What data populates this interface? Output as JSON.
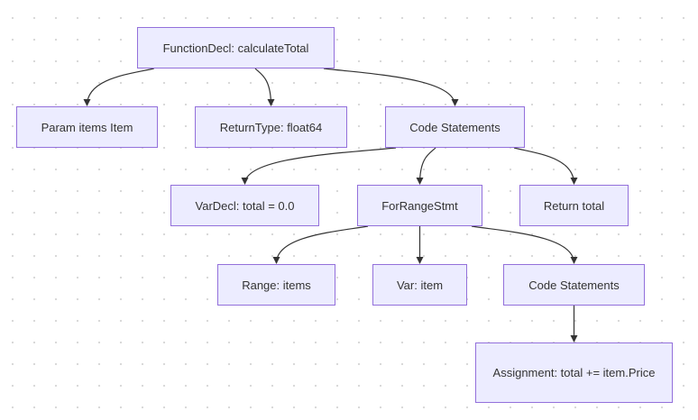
{
  "diagram": {
    "nodes": [
      {
        "id": "n1",
        "label": "FunctionDecl: calculateTotal"
      },
      {
        "id": "n2",
        "label": "Param items Item"
      },
      {
        "id": "n3",
        "label": "ReturnType: float64"
      },
      {
        "id": "n4",
        "label": "Code Statements"
      },
      {
        "id": "n5",
        "label": "VarDecl: total = 0.0"
      },
      {
        "id": "n6",
        "label": "ForRangeStmt"
      },
      {
        "id": "n7",
        "label": "Return total"
      },
      {
        "id": "n8",
        "label": "Range: items"
      },
      {
        "id": "n9",
        "label": "Var: item"
      },
      {
        "id": "n10",
        "label": "Code Statements"
      },
      {
        "id": "n11",
        "label": "Assignment: total += item.Price"
      }
    ],
    "edges": [
      {
        "from": "n1",
        "to": "n2"
      },
      {
        "from": "n1",
        "to": "n3"
      },
      {
        "from": "n1",
        "to": "n4"
      },
      {
        "from": "n4",
        "to": "n5"
      },
      {
        "from": "n4",
        "to": "n6"
      },
      {
        "from": "n4",
        "to": "n7"
      },
      {
        "from": "n6",
        "to": "n8"
      },
      {
        "from": "n6",
        "to": "n9"
      },
      {
        "from": "n6",
        "to": "n10"
      },
      {
        "from": "n10",
        "to": "n11"
      }
    ],
    "colors": {
      "node_fill": "#ececff",
      "node_border": "#9370db",
      "edge": "#333333",
      "text": "#333333"
    }
  }
}
